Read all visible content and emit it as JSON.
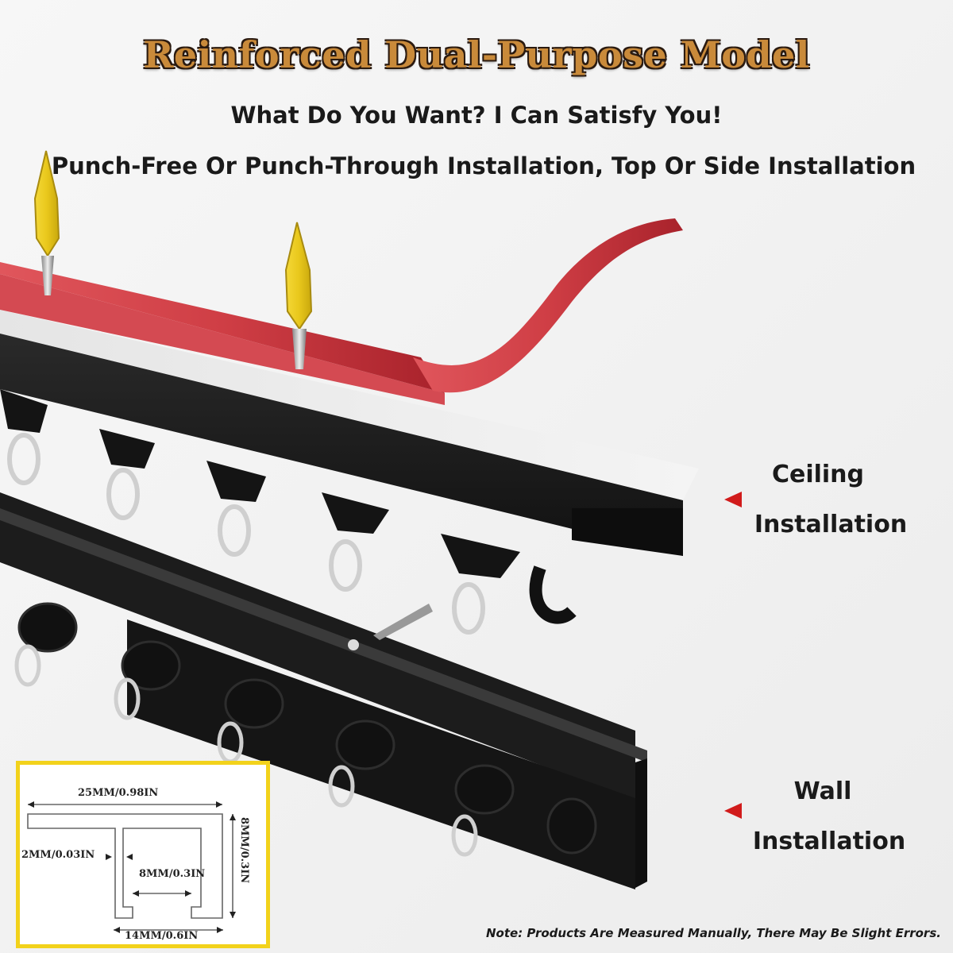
{
  "header": {
    "title": "Reinforced Dual-Purpose Model",
    "tagline": "What Do You Want? I Can Satisfy You!",
    "subtitle": "Punch-Free Or Punch-Through Installation, Top Or Side Installation"
  },
  "labels": {
    "ceiling_line1": "Ceiling",
    "ceiling_line2": "Installation",
    "wall_line1": "Wall",
    "wall_line2": "Installation"
  },
  "dimensions": {
    "width_top": "25MM/0.98IN",
    "wall_thickness": "2MM/0.03IN",
    "slot": "8MM/0.3IN",
    "height": "8MM/0.3IN",
    "width_bottom": "14MM/0.6IN"
  },
  "note": "Note: Products Are Measured Manually, There May Be Slight Errors.",
  "colors": {
    "title_fill": "#c98a3a",
    "accent_red": "#d11b1b",
    "diagram_border": "#f2d21b",
    "rail": "#1b1b1b",
    "tape": "#c9363d"
  }
}
